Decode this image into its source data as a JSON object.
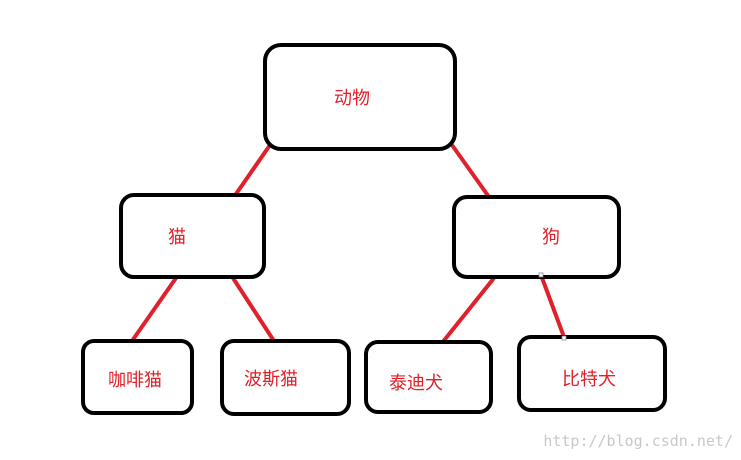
{
  "diagram": {
    "colors": {
      "box_stroke": "#000000",
      "edge": "#e0202a",
      "label": "#e0202a",
      "watermark": "#c8c8c8"
    },
    "nodes": [
      {
        "id": "animal",
        "label": "动物"
      },
      {
        "id": "cat",
        "label": "猫"
      },
      {
        "id": "dog",
        "label": "狗"
      },
      {
        "id": "coffee-cat",
        "label": "咖啡猫"
      },
      {
        "id": "persian-cat",
        "label": "波斯猫"
      },
      {
        "id": "teddy-dog",
        "label": "泰迪犬"
      },
      {
        "id": "bichon-dog",
        "label": "比特犬"
      }
    ],
    "edges": [
      {
        "from": "animal",
        "to": "cat"
      },
      {
        "from": "animal",
        "to": "dog"
      },
      {
        "from": "cat",
        "to": "coffee-cat"
      },
      {
        "from": "cat",
        "to": "persian-cat"
      },
      {
        "from": "dog",
        "to": "teddy-dog"
      },
      {
        "from": "dog",
        "to": "bichon-dog"
      }
    ]
  },
  "watermark": {
    "text": "http://blog.csdn.net/"
  }
}
